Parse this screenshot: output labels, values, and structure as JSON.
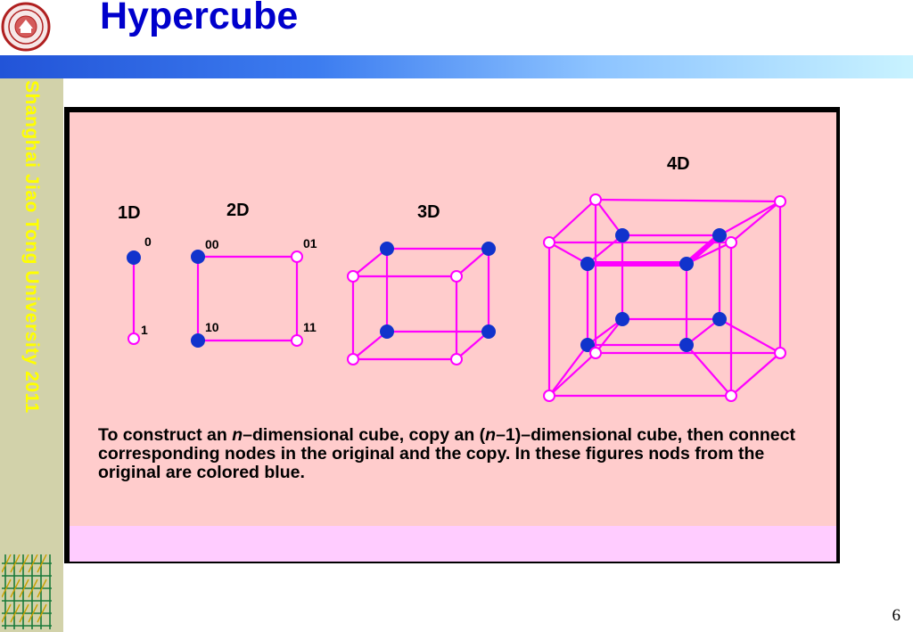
{
  "slide": {
    "title": "Hypercube",
    "sidebar_text": "Shanghai Jiao Tong  University 2011",
    "page_number": "6",
    "caption": {
      "part1": "To construct an ",
      "n_italic": "n",
      "part2": "–dimensional cube, copy an (",
      "n_italic2": "n",
      "part3": "–1)–dimensional cube, then connect corresponding nodes in the original and the copy.  In these figures nods from the original are colored blue."
    }
  },
  "diagram": {
    "colors": {
      "edge": "#ff00ff",
      "original_node": "#1133cc",
      "copy_node": "#ffffff",
      "node_stroke": "#ff00ff"
    },
    "cubes": [
      {
        "label": "1D",
        "node_labels": [
          "0",
          "1"
        ]
      },
      {
        "label": "2D",
        "node_labels": [
          "00",
          "01",
          "10",
          "11"
        ]
      },
      {
        "label": "3D",
        "node_labels": []
      },
      {
        "label": "4D",
        "node_labels": []
      }
    ]
  }
}
